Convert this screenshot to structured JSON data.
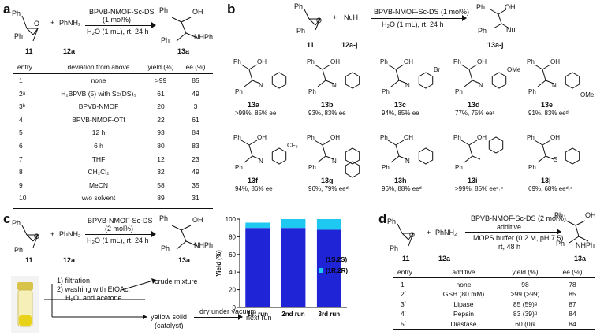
{
  "panels": {
    "a": "a",
    "b": "b",
    "c": "c",
    "d": "d"
  },
  "a": {
    "reagent": "PhNH₂",
    "cond1": "BPVB-NMOF-Sc-DS",
    "cond2": "(1 mol%)",
    "cond3": "H₂O (1 mL), rt, 24 h",
    "lbl_sm": "11",
    "lbl_nu": "12a",
    "lbl_prod": "13a",
    "headers": [
      "entry",
      "deviation from above",
      "yield (%)",
      "ee (%)"
    ],
    "rows": [
      [
        "1",
        "none",
        ">99",
        "85"
      ],
      [
        "2ᵃ",
        "H₂BPVB (5) with Sc(DS)₃",
        "61",
        "49"
      ],
      [
        "3ᵇ",
        "BPVB-NMOF",
        "20",
        "3"
      ],
      [
        "4",
        "BPVB-NMOF-OTf",
        "22",
        "61"
      ],
      [
        "5",
        "12 h",
        "93",
        "84"
      ],
      [
        "6",
        "6 h",
        "80",
        "83"
      ],
      [
        "7",
        "THF",
        "12",
        "23"
      ],
      [
        "8",
        "CH₂Cl₂",
        "32",
        "49"
      ],
      [
        "9",
        "MeCN",
        "58",
        "35"
      ],
      [
        "10",
        "w/o solvent",
        "89",
        "31"
      ]
    ]
  },
  "b": {
    "reagent": "NuH",
    "cond1": "BPVB-NMOF-Sc-DS (1 mol%)",
    "cond2": "H₂O (1 mL), rt, 24 h",
    "lbl_sm": "11",
    "lbl_nu": "12a-j",
    "lbl_prod": "13a-j",
    "products": [
      {
        "id": "13a",
        "res": ">99%, 85% ee"
      },
      {
        "id": "13b",
        "res": "93%, 83% ee"
      },
      {
        "id": "13c",
        "res": "94%, 85% ee"
      },
      {
        "id": "13d",
        "res": "77%, 75% eeᶜ"
      },
      {
        "id": "13e",
        "res": "91%, 83% eeᵈ"
      },
      {
        "id": "13f",
        "res": "94%, 86% ee"
      },
      {
        "id": "13g",
        "res": "96%, 79% eeᵈ"
      },
      {
        "id": "13h",
        "res": "96%, 88% eeᵈ"
      },
      {
        "id": "13i",
        "res": ">99%, 85% eeᵈ˒ᵉ"
      },
      {
        "id": "13j",
        "res": "69%, 68% eeᵈ˒ᵉ"
      }
    ],
    "subs": {
      "br": "Br",
      "ome": "OMe",
      "cf3": "CF₃"
    }
  },
  "c": {
    "reagent": "PhNH₂",
    "cond1": "BPVB-NMOF-Sc-DS",
    "cond2": "(2 mol%)",
    "cond3": "H₂O (1 mL), rt, 24 h",
    "lbl_sm": "11",
    "lbl_nu": "12a",
    "lbl_prod": "13a",
    "step1": "1) filtration",
    "step2": "2) washing with EtOAc,",
    "step3": "H₂O, and acetone",
    "crude": "crude mixture",
    "solid": "yellow solid",
    "catalyst": "(catalyst)",
    "dry": "dry under vacuum",
    "next": "next run"
  },
  "chart_data": {
    "type": "bar",
    "categories": [
      "1st run",
      "2nd run",
      "3rd run"
    ],
    "series": [
      {
        "name": "(1S,2S)",
        "values": [
          90,
          90,
          88
        ],
        "color": "#1f24d6"
      },
      {
        "name": "(1R,2R)",
        "values": [
          6,
          10,
          12
        ],
        "color": "#1ec8f0"
      }
    ],
    "ylabel": "Yield (%)",
    "yticks": [
      0,
      20,
      40,
      60,
      80,
      100
    ],
    "ylim": [
      0,
      100
    ],
    "legend": "right"
  },
  "d": {
    "reagent": "PhNH₂",
    "cond1": "BPVB-NMOF-Sc-DS (2 mol%)",
    "cond2": "additive",
    "cond3": "MOPS buffer (0.2 M, pH 7.5)",
    "cond4": "rt, 48 h",
    "lbl_sm": "11",
    "lbl_nu": "12a",
    "lbl_prod": "13a",
    "headers": [
      "entry",
      "additive",
      "yield (%)",
      "ee (%)"
    ],
    "rows": [
      [
        "1",
        "none",
        "98",
        "78"
      ],
      [
        "2ᶠ",
        "GSH (80 mM)",
        ">99 (>99)",
        "85"
      ],
      [
        "3ᶠ",
        "Lipase",
        "85 (59)ᵍ",
        "87"
      ],
      [
        "4ᶠ",
        "Pepsin",
        "83 (39)ᵍ",
        "84"
      ],
      [
        "5ᶠ",
        "Diastase",
        "60 (0)ᵍ",
        "84"
      ]
    ]
  },
  "chem": {
    "ph": "Ph",
    "oh": "OH",
    "nhph": "NHPh",
    "nu": "Nu",
    "o": "O",
    "h": "H",
    "n": "N",
    "s": "S",
    "me": "Me"
  }
}
